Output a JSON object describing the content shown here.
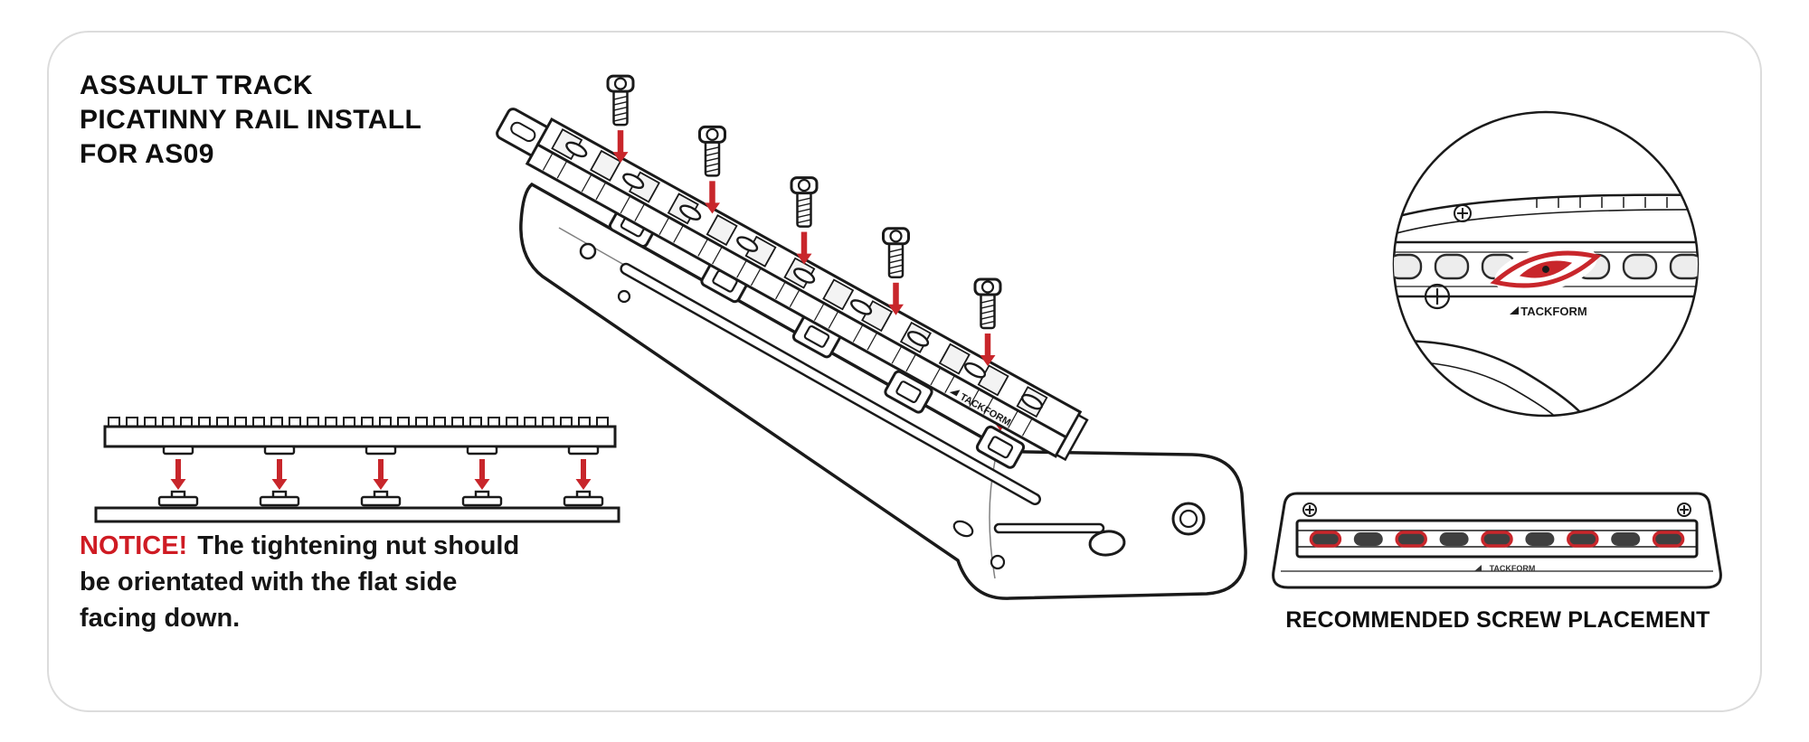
{
  "title": {
    "line1": "ASSAULT TRACK",
    "line2": "PICATINNY RAIL INSTALL",
    "line3": "FOR AS09"
  },
  "notice": {
    "label": "NOTICE!",
    "line1": "The tightening nut should",
    "line2": "be orientated with the flat side",
    "line3": "facing down."
  },
  "front_panel": {
    "caption": "RECOMMENDED SCREW PLACEMENT",
    "slot_highlight": [
      true,
      false,
      true,
      false,
      true,
      false,
      true,
      false,
      true
    ]
  },
  "brand": {
    "logo_text": "TACKFORM"
  },
  "colors": {
    "arrow_red": "#c8262b",
    "notice_red": "#cf1b23",
    "ink": "#1a1a1a"
  },
  "diagram": {
    "screw_count": 5,
    "nut_count": 5,
    "rail_slot_count": 9,
    "side_nut_positions": [
      99,
      211,
      323,
      435,
      547
    ]
  }
}
